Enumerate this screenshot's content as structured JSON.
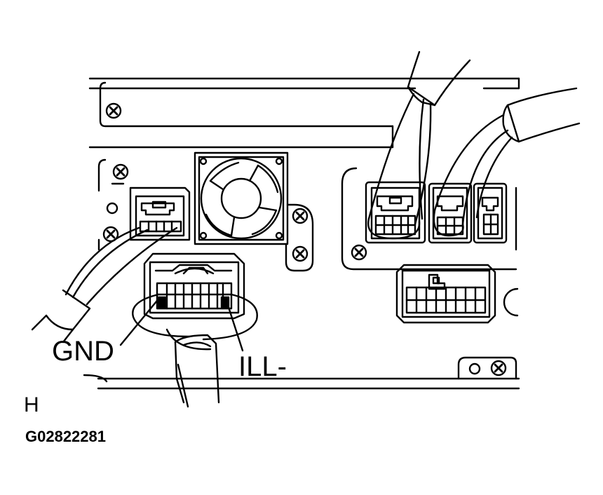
{
  "labels": {
    "gnd": "GND",
    "ill": "ILL-",
    "view": "H",
    "code": "G02822281"
  },
  "colors": {
    "line": "#000000",
    "background": "#ffffff"
  }
}
